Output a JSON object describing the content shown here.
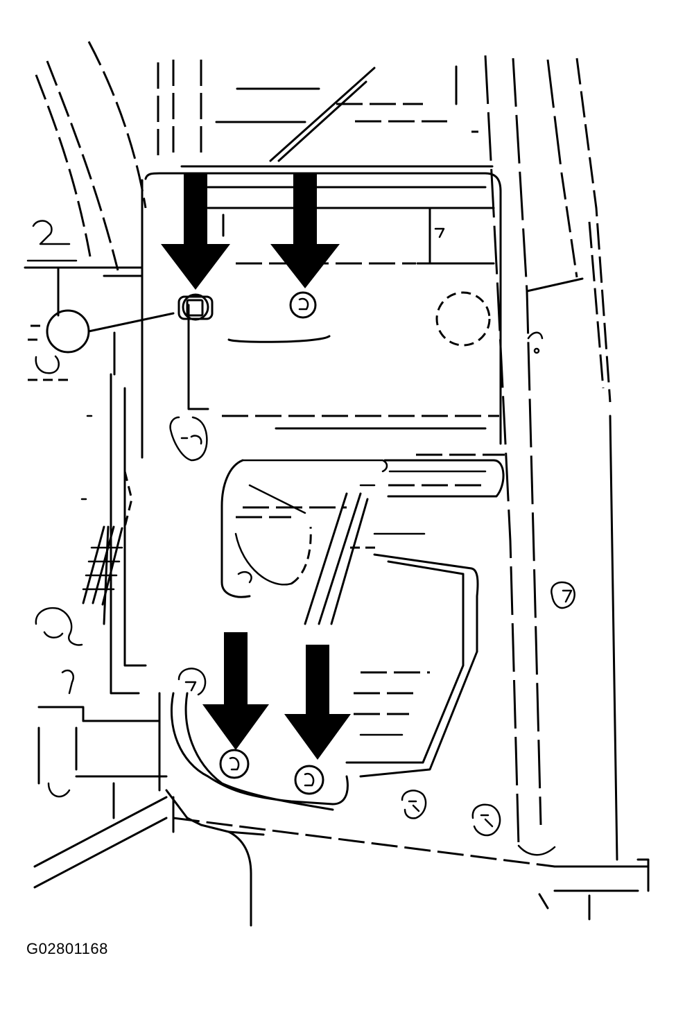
{
  "figure_code": "G02801168",
  "arrows": [
    {
      "name": "arrow-fastener-upper-left"
    },
    {
      "name": "arrow-fastener-upper-right"
    },
    {
      "name": "arrow-fastener-lower-left"
    },
    {
      "name": "arrow-fastener-lower-right"
    }
  ],
  "colors": {
    "line": "#000000",
    "background": "#ffffff"
  }
}
